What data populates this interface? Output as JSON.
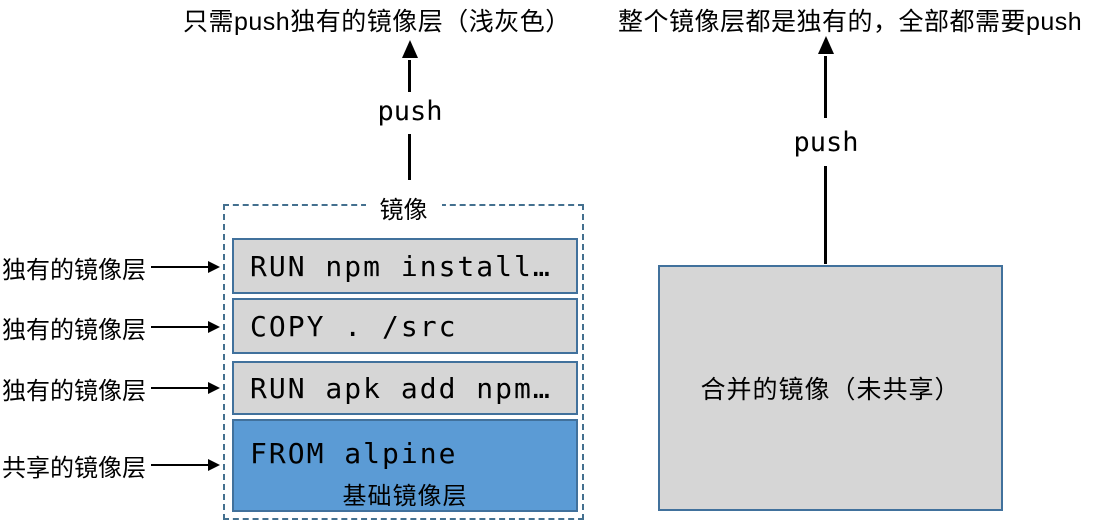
{
  "headings": {
    "left": "只需push独有的镜像层（浅灰色）",
    "right": "整个镜像层都是独有的，全部都需要push"
  },
  "arrows": {
    "left_push_label": "push",
    "right_push_label": "push"
  },
  "image_stack": {
    "title": "镜像",
    "layers": [
      {
        "text": "RUN npm install…",
        "type": "unique"
      },
      {
        "text": "COPY . /src",
        "type": "unique"
      },
      {
        "text": "RUN apk add npm…",
        "type": "unique"
      },
      {
        "text": "FROM alpine",
        "sublabel": "基础镜像层",
        "type": "shared"
      }
    ]
  },
  "side_labels": [
    {
      "text": "独有的镜像层"
    },
    {
      "text": "独有的镜像层"
    },
    {
      "text": "独有的镜像层"
    },
    {
      "text": "共享的镜像层"
    }
  ],
  "merged_box": {
    "label": "合并的镜像（未共享）"
  },
  "colors": {
    "layer_gray": "#d6d6d6",
    "layer_blue": "#5b9bd5",
    "layer_border_blue": "#41719c",
    "dashed_border_blue": "#44708f",
    "arrow_black": "#000000"
  }
}
